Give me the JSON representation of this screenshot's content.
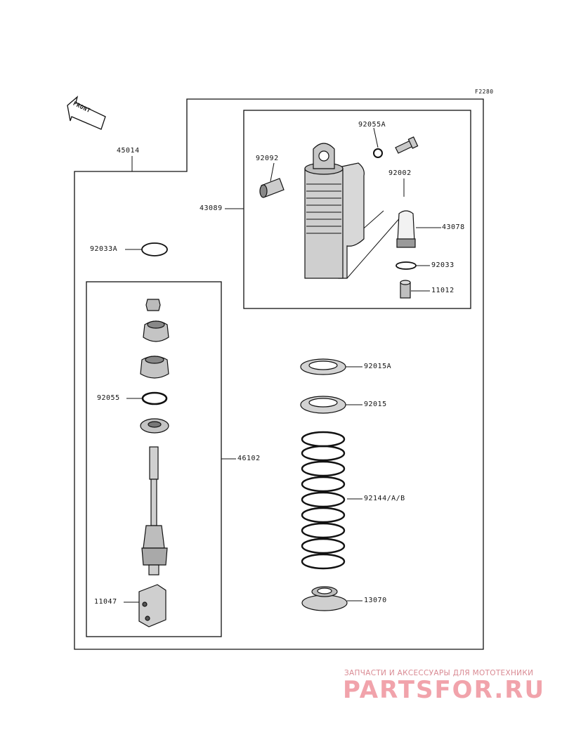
{
  "diagram": {
    "ref_code": "F2280",
    "front_label": "FRONT",
    "labels": {
      "p45014": "45014",
      "p92055A": "92055A",
      "p92092": "92092",
      "p92002": "92002",
      "p43089": "43089",
      "p43078": "43078",
      "p92033A": "92033A",
      "p92033": "92033",
      "p11012": "11012",
      "p92015A": "92015A",
      "p92015": "92015",
      "p92055": "92055",
      "p46102": "46102",
      "p92144": "92144/A/B",
      "p11047": "11047",
      "p13070": "13070"
    }
  },
  "watermark": {
    "tagline": "ЗАПЧАСТИ И АКСЕССУАРЫ ДЛЯ МОТОТЕХНИКИ",
    "brand": "PARTSFOR.RU",
    "color": "#f1a3ab"
  }
}
